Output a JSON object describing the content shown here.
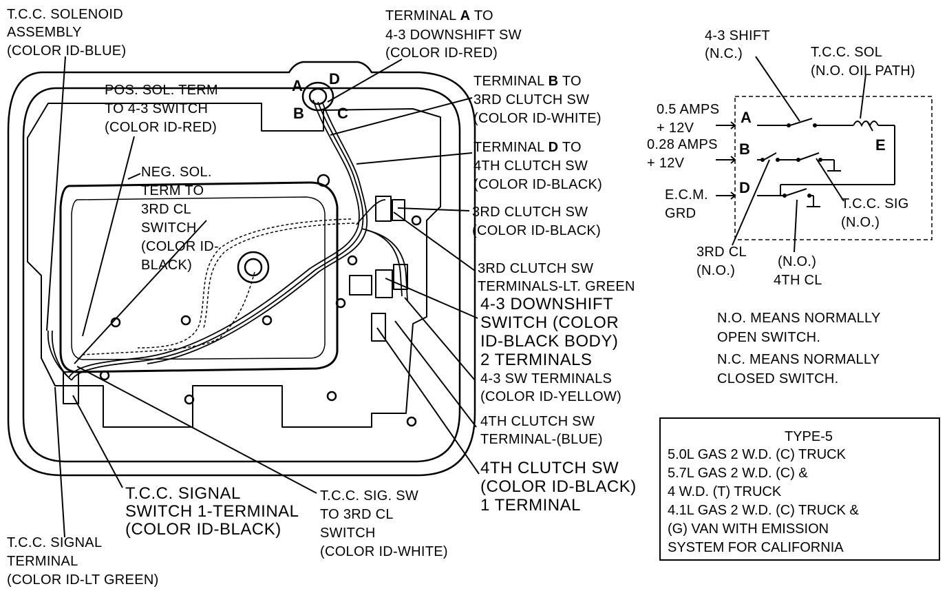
{
  "callouts": {
    "tcc_solenoid": [
      "T.C.C. SOLENOID",
      "ASSEMBLY",
      "(COLOR ID-BLUE)"
    ],
    "pos_sol_term": [
      "POS. SOL. TERM",
      "TO 4-3 SWITCH",
      "(COLOR ID-RED)"
    ],
    "neg_sol_term": [
      "NEG. SOL.",
      "TERM TO",
      "3RD CL",
      "SWITCH",
      "(COLOR ID-",
      "BLACK)"
    ],
    "terminal_a": {
      "pre": "TERMINAL ",
      "letter": "A",
      "post": " TO",
      "line2": "4-3 DOWNSHIFT SW",
      "line3": "(COLOR ID-RED)"
    },
    "terminal_b": {
      "pre": "TERMINAL ",
      "letter": "B",
      "post": " TO",
      "line2": "3RD CLUTCH SW",
      "line3": "(COLOR ID-WHITE)"
    },
    "terminal_d": {
      "pre": "TERMINAL ",
      "letter": "D",
      "post": " TO",
      "line2": "4TH CLUTCH SW",
      "line3": "(COLOR ID-BLACK)"
    },
    "third_clutch_sw": [
      "3RD CLUTCH SW",
      "(COLOR ID-BLACK)"
    ],
    "third_clutch_terminals": [
      "3RD CLUTCH SW",
      "TERMINALS-LT. GREEN"
    ],
    "downshift_switch": [
      "4-3 DOWNSHIFT",
      "SWITCH (COLOR",
      "ID-BLACK BODY)",
      "2 TERMINALS"
    ],
    "sw_terminals_43": [
      "4-3 SW TERMINALS",
      "(COLOR ID-YELLOW)"
    ],
    "fourth_clutch_terminal": [
      "4TH CLUTCH SW",
      "TERMINAL-(BLUE)"
    ],
    "fourth_clutch_sw": [
      "4TH CLUTCH SW",
      "(COLOR ID-BLACK)",
      "1 TERMINAL"
    ],
    "tcc_signal_switch": [
      "T.C.C. SIGNAL",
      "SWITCH 1-TERMINAL",
      "(COLOR ID-BLACK)"
    ],
    "tcc_sig_sw": [
      "T.C.C. SIG. SW",
      "TO 3RD CL",
      "SWITCH",
      "(COLOR ID-WHITE)"
    ],
    "tcc_signal_terminal": [
      "T.C.C. SIGNAL",
      "TERMINAL",
      "(COLOR ID-LT GREEN)"
    ]
  },
  "connector_pins": {
    "a": "A",
    "b": "B",
    "c": "C",
    "d": "D"
  },
  "schematic": {
    "shift_43": [
      "4-3 SHIFT",
      "(N.C.)"
    ],
    "tcc_sol": [
      "T.C.C. SOL",
      "(N.O. OIL PATH)"
    ],
    "amps_a": [
      "0.5 AMPS",
      "+ 12V"
    ],
    "amps_b": [
      "0.28 AMPS",
      "+ 12V"
    ],
    "ecm": [
      "E.C.M.",
      "GRD"
    ],
    "pin_a": "A",
    "pin_b": "B",
    "pin_d": "D",
    "pin_e": "E",
    "tcc_sig": [
      "T.C.C. SIG",
      "(N.O.)"
    ],
    "third_cl": [
      "3RD CL",
      "(N.O.)"
    ],
    "fourth_cl": [
      "(N.O.)",
      "4TH CL"
    ]
  },
  "notes": {
    "no_means": [
      "N.O. MEANS NORMALLY",
      "OPEN SWITCH."
    ],
    "nc_means": [
      "N.C. MEANS NORMALLY",
      "CLOSED SWITCH."
    ]
  },
  "type_box": {
    "title": "TYPE-5",
    "lines": [
      "5.0L GAS 2 W.D. (C) TRUCK",
      "5.7L GAS 2 W.D. (C) &",
      "4 W.D. (T) TRUCK",
      "4.1L GAS 2 W.D. (C) TRUCK &",
      "(G) VAN WITH EMISSION",
      "SYSTEM FOR CALIFORNIA"
    ]
  }
}
